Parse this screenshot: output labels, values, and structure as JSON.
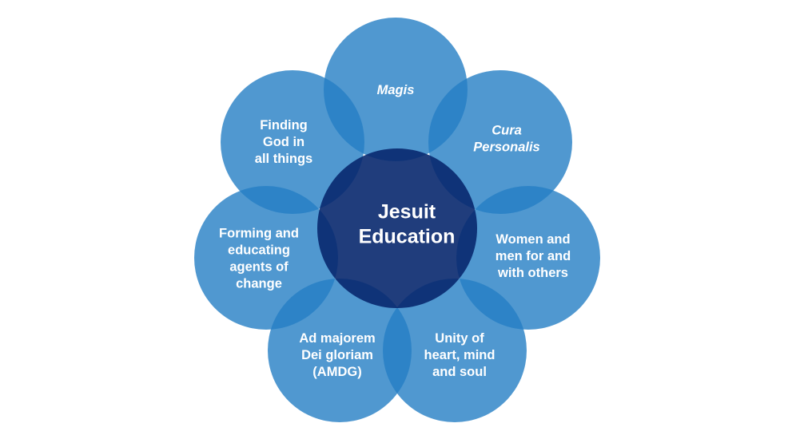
{
  "center": {
    "lines": [
      "Jesuit",
      "Education"
    ],
    "color": "#08286e"
  },
  "petal_color": "#247ec4",
  "petals": [
    {
      "lines": [
        "Magis"
      ],
      "italic": true
    },
    {
      "lines": [
        "Cura",
        "Personalis"
      ],
      "italic": true
    },
    {
      "lines": [
        "Women and",
        "men for and",
        "with others"
      ],
      "italic": false
    },
    {
      "lines": [
        "Unity of",
        "heart, mind",
        "and soul"
      ],
      "italic": false
    },
    {
      "lines": [
        "Ad majorem",
        "Dei gloriam",
        "(AMDG)"
      ],
      "italic": false
    },
    {
      "lines": [
        "Forming and",
        "educating",
        "agents of",
        "change"
      ],
      "italic": false
    },
    {
      "lines": [
        "Finding",
        "God in",
        "all things"
      ],
      "italic": false
    }
  ]
}
